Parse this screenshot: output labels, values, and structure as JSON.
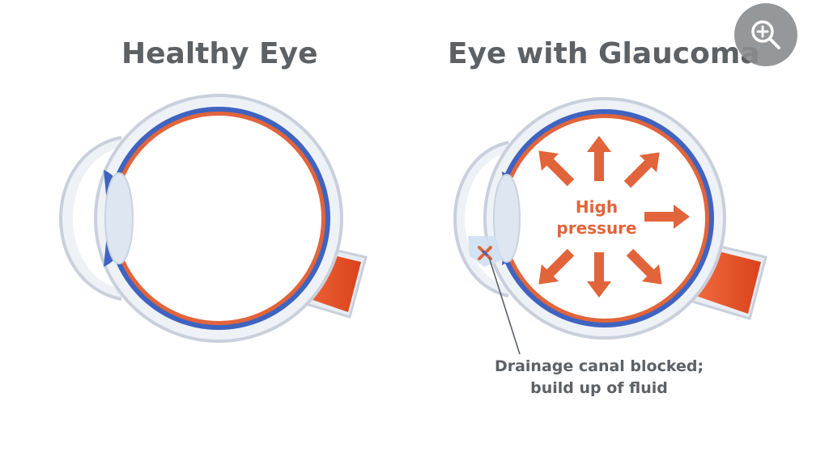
{
  "titles": {
    "healthy": "Healthy Eye",
    "glaucoma": "Eye with Glaucoma"
  },
  "labels": {
    "pressure_line1": "High",
    "pressure_line2": "pressure",
    "caption_line1": "Drainage canal blocked;",
    "caption_line2": "build up of fluid"
  },
  "controls": {
    "zoom_icon": "zoom-in-icon"
  },
  "colors": {
    "sclera_outline": "#c9d0dc",
    "sclera_fill": "#eef1f6",
    "choroid_blue": "#3f63c0",
    "retina_orange": "#e2643a",
    "optic_nerve": "#e04a24",
    "lens": "#dde6f1",
    "text_gray": "#5c6166"
  }
}
